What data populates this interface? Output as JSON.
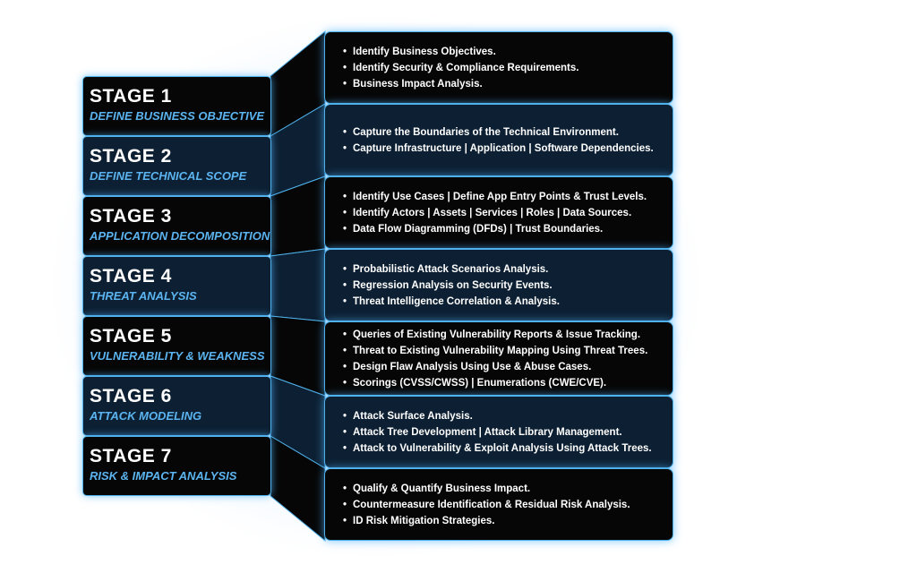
{
  "stages": [
    {
      "title": "STAGE 1",
      "subtitle": "DEFINE BUSINESS OBJECTIVE",
      "items": [
        "Identify Business Objectives.",
        "Identify Security & Compliance Requirements.",
        "Business Impact Analysis."
      ]
    },
    {
      "title": "STAGE 2",
      "subtitle": "DEFINE TECHNICAL SCOPE",
      "items": [
        "Capture the Boundaries of the Technical Environment.",
        "Capture Infrastructure | Application | Software Dependencies."
      ]
    },
    {
      "title": "STAGE 3",
      "subtitle": "APPLICATION DECOMPOSITION",
      "items": [
        "Identify Use Cases | Define App Entry Points & Trust Levels.",
        "Identify Actors | Assets | Services | Roles | Data Sources.",
        "Data Flow Diagramming (DFDs) | Trust Boundaries."
      ]
    },
    {
      "title": "STAGE 4",
      "subtitle": "THREAT ANALYSIS",
      "items": [
        "Probabilistic Attack Scenarios Analysis.",
        "Regression Analysis on Security Events.",
        "Threat Intelligence Correlation & Analysis."
      ]
    },
    {
      "title": "STAGE 5",
      "subtitle": "VULNERABILITY & WEAKNESS",
      "items": [
        "Queries of Existing Vulnerability Reports & Issue Tracking.",
        "Threat to Existing Vulnerability Mapping Using Threat Trees.",
        "Design Flaw Analysis Using Use & Abuse Cases.",
        "Scorings (CVSS/CWSS) | Enumerations (CWE/CVE)."
      ]
    },
    {
      "title": "STAGE 6",
      "subtitle": "ATTACK MODELING",
      "items": [
        "Attack Surface Analysis.",
        "Attack Tree Development | Attack Library Management.",
        "Attack to Vulnerability & Exploit Analysis Using Attack Trees."
      ]
    },
    {
      "title": "STAGE 7",
      "subtitle": "RISK & IMPACT ANALYSIS",
      "items": [
        "Qualify & Quantify Business Impact.",
        "Countermeasure Identification & Residual Risk Analysis.",
        "ID Risk Mitigation Strategies."
      ]
    }
  ],
  "colors": {
    "panel_dark": "#060606",
    "panel_navy": "#0d2033",
    "accent": "#5bb4f0",
    "border_glow": "#4fb0ea",
    "text": "#ffffff"
  }
}
